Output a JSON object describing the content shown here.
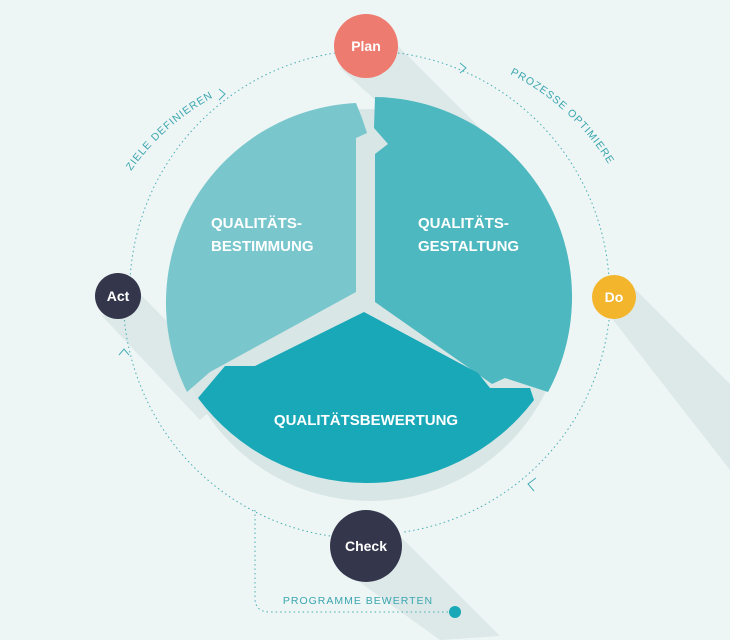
{
  "colors": {
    "background": "#eef5f5",
    "segment_left": "#79c7cc",
    "segment_right": "#4db8bf",
    "segment_bottom": "#19a8b7",
    "plan": "#ee7b6f",
    "do": "#f2b52c",
    "check": "#34364c",
    "act": "#34364c",
    "cycle_line": "#46aeb6"
  },
  "segments": {
    "left": {
      "line1": "QUALITÄTS-",
      "line2": "BESTIMMUNG"
    },
    "right": {
      "line1": "QUALITÄTS-",
      "line2": "GESTALTUNG"
    },
    "bottom": {
      "label": "QUALITÄTSBEWERTUNG"
    }
  },
  "nodes": {
    "plan": "Plan",
    "do": "Do",
    "check": "Check",
    "act": "Act"
  },
  "arc_labels": {
    "top_left": "ZIELE DEFINIEREN",
    "top_right": "PROZESSE OPTIMIEREN",
    "bottom": "PROGRAMME BEWERTEN"
  }
}
